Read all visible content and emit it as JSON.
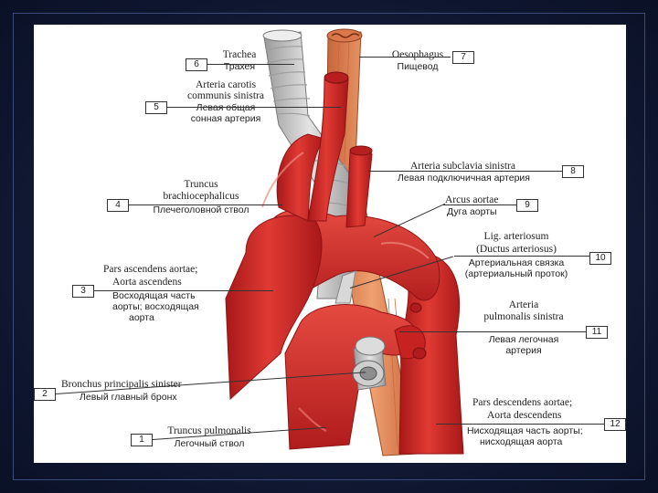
{
  "labels": {
    "l1": {
      "number": "1",
      "latin": "Truncus pulmonalis",
      "russian": "Легочный ствол"
    },
    "l2": {
      "number": "2",
      "latin": "Bronchus principalis sinister",
      "russian": "Левый главный бронх"
    },
    "l3": {
      "number": "3",
      "latin1": "Pars ascendens aortae;",
      "latin2": "Aorta ascendens",
      "russian1": "Восходящая часть",
      "russian2": "аорты; восходящая",
      "russian3": "аорта"
    },
    "l4": {
      "number": "4",
      "latin1": "Truncus",
      "latin2": "brachiocephalicus",
      "russian": "Плечеголовной ствол"
    },
    "l5": {
      "number": "5",
      "latin1": "Arteria carotis",
      "latin2": "communis sinistra",
      "russian1": "Левая общая",
      "russian2": "сонная артерия"
    },
    "l6": {
      "number": "6",
      "latin": "Trachea",
      "russian": "Трахея"
    },
    "l7": {
      "number": "7",
      "latin": "Oesophagus",
      "russian": "Пищевод"
    },
    "l8": {
      "number": "8",
      "latin": "Arteria subclavia sinistra",
      "russian": "Левая подключичная артерия"
    },
    "l9": {
      "number": "9",
      "latin": "Arcus aortae",
      "russian": "Дуга аорты"
    },
    "l10": {
      "number": "10",
      "latin1": "Lig. arteriosum",
      "latin2": "(Ductus arteriosus)",
      "russian1": "Артериальная связка",
      "russian2": "(артериальный проток)"
    },
    "l11": {
      "number": "11",
      "latin1": "Arteria",
      "latin2": "pulmonalis sinistra",
      "russian1": "Левая легочная",
      "russian2": "артерия"
    },
    "l12": {
      "number": "12",
      "latin1": "Pars descendens aortae;",
      "latin2": "Aorta descendens",
      "russian1": "Нисходящая часть аорты;",
      "russian2": "нисходящая аорта"
    }
  },
  "colors": {
    "artery": "#d42a2a",
    "artery_dark": "#a81818",
    "artery_light": "#ef6a5e",
    "oesophagus": "#e88a5a",
    "trachea": "#c8c8c8",
    "background": "#101a33"
  }
}
